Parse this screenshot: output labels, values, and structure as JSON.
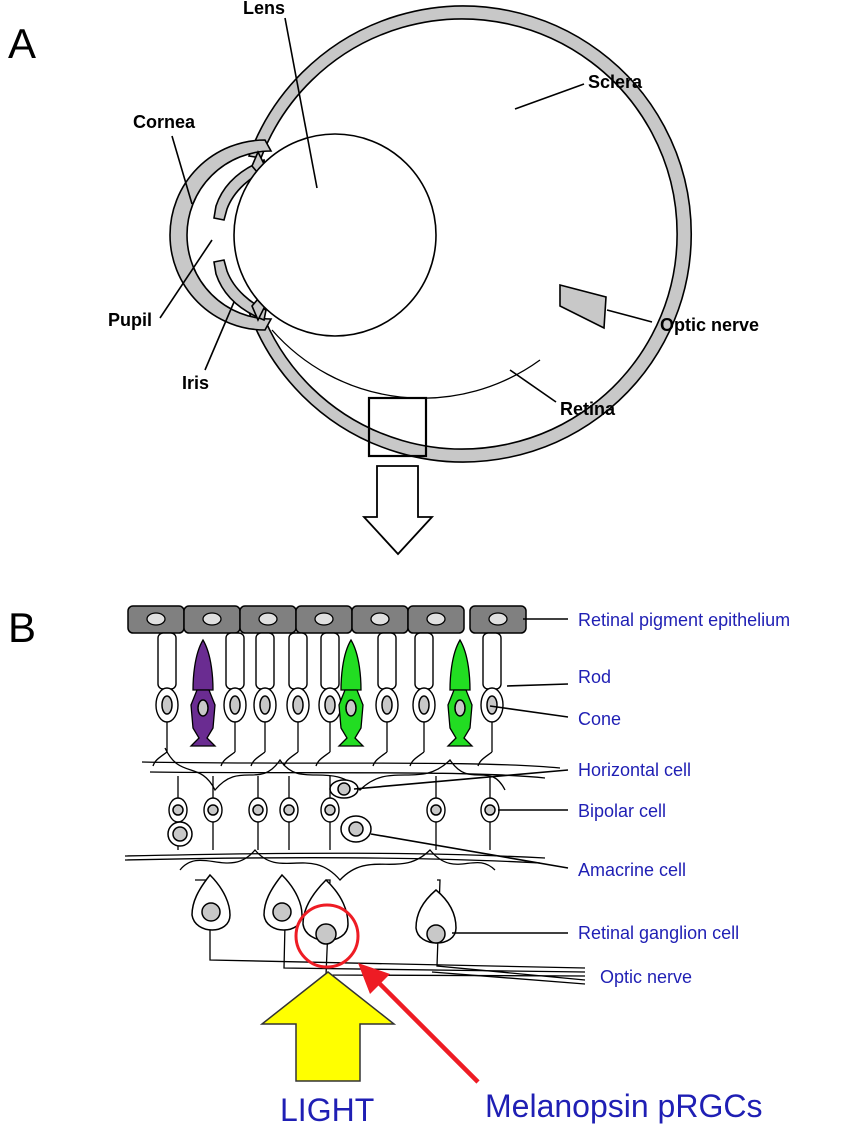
{
  "panel_a": {
    "letter": "A",
    "labels": {
      "lens": "Lens",
      "sclera": "Sclera",
      "cornea": "Cornea",
      "pupil": "Pupil",
      "iris": "Iris",
      "optic_nerve": "Optic nerve",
      "retina": "Retina"
    }
  },
  "panel_b": {
    "letter": "B",
    "labels": {
      "rpe": "Retinal pigment epithelium",
      "rod": "Rod",
      "cone": "Cone",
      "horizontal": "Horizontal cell",
      "bipolar": "Bipolar cell",
      "amacrine": "Amacrine cell",
      "ganglion": "Retinal ganglion cell",
      "optic_nerve": "Optic nerve"
    },
    "light": "LIGHT",
    "melanopsin": "Melanopsin pRGCs"
  },
  "colors": {
    "label_blue": "#1f1fb4",
    "wall_gray": "#c8c8c8",
    "epithelium_gray": "#808080",
    "cone_purple": "#6a2c91",
    "cone_green": "#22dd22",
    "light_yellow": "#ffff00",
    "highlight_red": "#ee1c24"
  }
}
